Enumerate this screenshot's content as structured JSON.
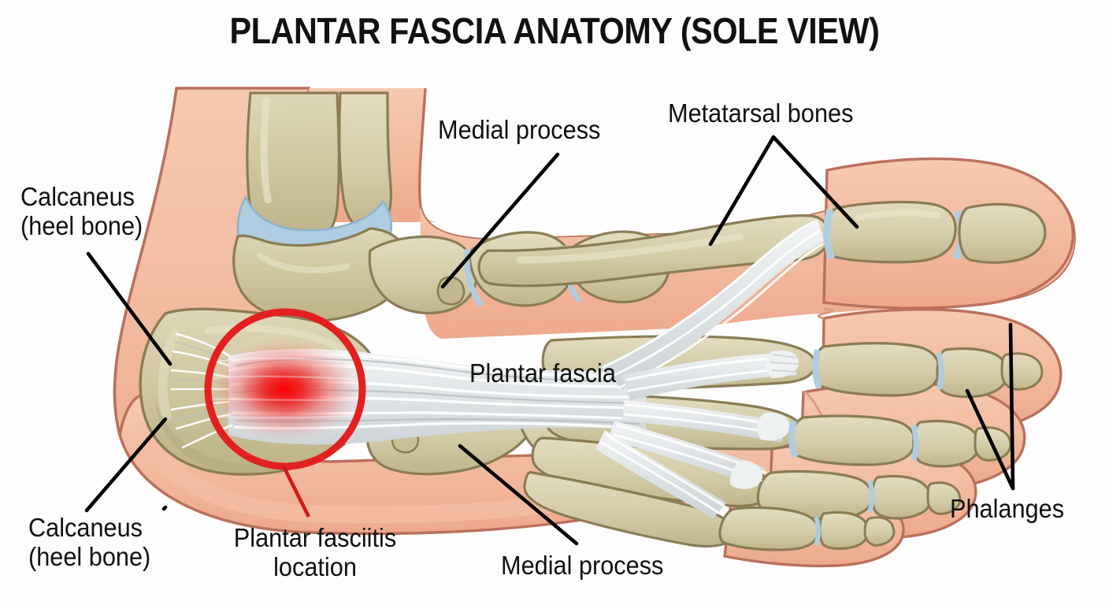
{
  "title": "PLANTAR FASCIA ANATOMY (SOLE VIEW)",
  "view": "sole view",
  "labels": {
    "calcaneus_top": "Calcaneus\n(heel bone)",
    "calcaneus_bottom": "Calcaneus\n(heel bone)",
    "medial_process_top": "Medial process",
    "medial_process_bottom": "Medial process",
    "metatarsal_bones": "Metatarsal bones",
    "plantar_fascia": "Plantar fascia",
    "plantar_fasciitis": "Plantar fasciitis\nlocation",
    "phalanges": "Phalanges"
  },
  "colors": {
    "background": "#fdfdfd",
    "title_text": "#111111",
    "label_text": "#101010",
    "leader_line": "#000000",
    "skin_outer": "#efa98d",
    "skin_outline": "#b9705c",
    "skin_inner": "#f7cdb6",
    "skin_mid": "#f3bda4",
    "bone_fill": "#cdc49e",
    "bone_fill_light": "#dcd5b4",
    "bone_outline": "#8a7c55",
    "bone_shade": "#b5a97f",
    "cartilage": "#aecde0",
    "cartilage_outline": "#8fb3cb",
    "fascia": "#e2e6e8",
    "fascia_fiber": "#ffffff",
    "fascia_shade": "#b9c0c4",
    "inflammation_ring": "#e22020",
    "inflammation_glow": "#f01010",
    "fasciitis_leader": "#d01a1a"
  },
  "anatomy_parts": [
    {
      "name": "tibia",
      "label_shown": false
    },
    {
      "name": "fibula",
      "label_shown": false
    },
    {
      "name": "talus",
      "label_shown": false
    },
    {
      "name": "calcaneus",
      "label_shown": true
    },
    {
      "name": "navicular",
      "label_shown": false
    },
    {
      "name": "cuneiform",
      "label_shown": false
    },
    {
      "name": "metatarsal-bones",
      "label_shown": true
    },
    {
      "name": "phalanges",
      "label_shown": true
    },
    {
      "name": "plantar-fascia",
      "label_shown": true
    },
    {
      "name": "medial-process",
      "label_shown": true
    },
    {
      "name": "plantar-fasciitis-site",
      "label_shown": true
    }
  ]
}
